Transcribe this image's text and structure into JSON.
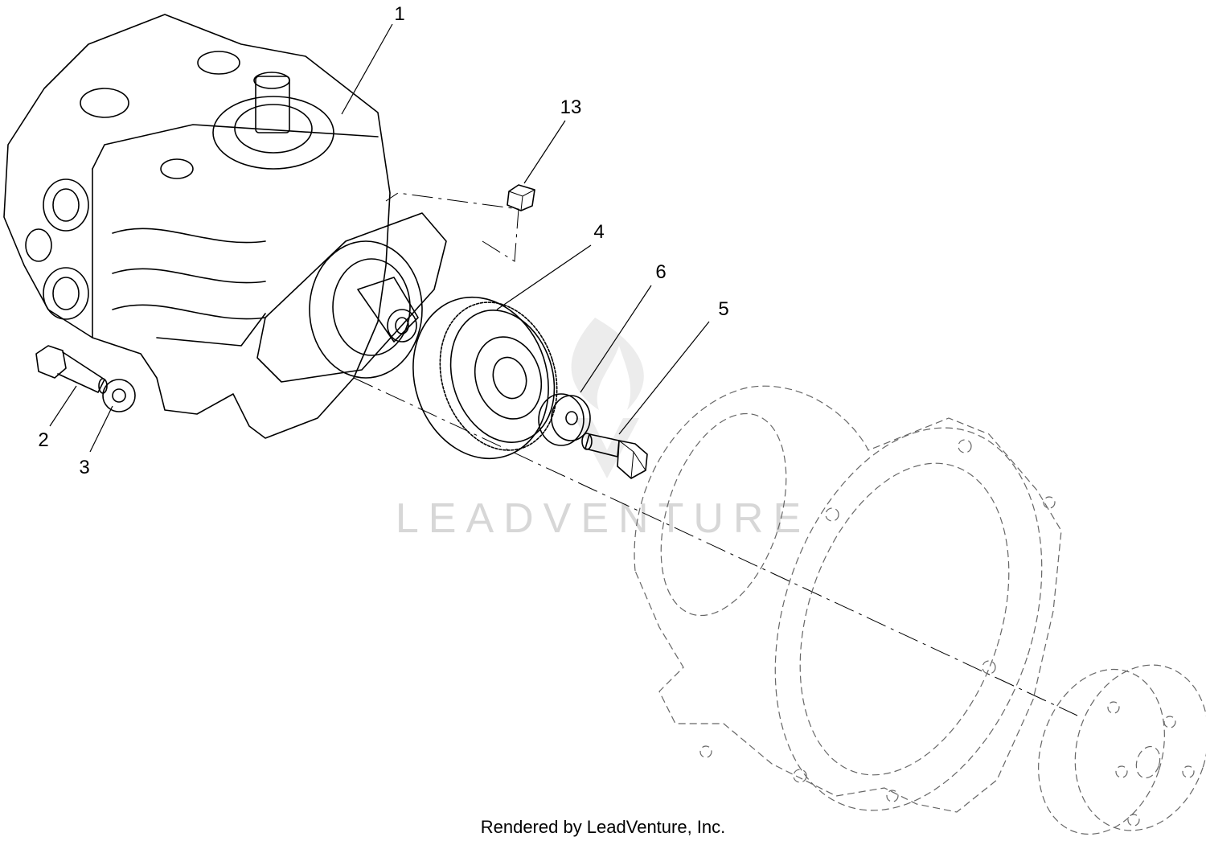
{
  "callouts": {
    "c1": "1",
    "c2": "2",
    "c3": "3",
    "c4": "4",
    "c5": "5",
    "c6": "6",
    "c13": "13"
  },
  "watermark": {
    "text": "LEADVENTURE"
  },
  "footer": {
    "text": "Rendered by LeadVenture, Inc."
  },
  "colors": {
    "line": "#000000",
    "ghost": "#666666",
    "watermark": "#d7d7d7",
    "background": "#ffffff"
  }
}
